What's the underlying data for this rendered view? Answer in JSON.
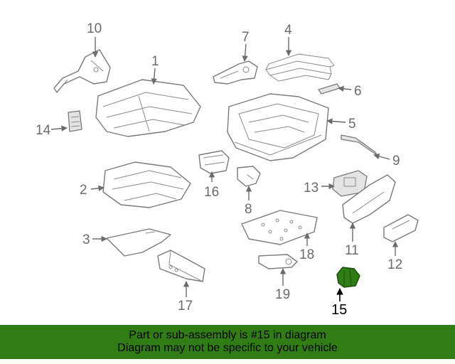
{
  "diagram": {
    "callouts": [
      "1",
      "2",
      "3",
      "4",
      "5",
      "6",
      "7",
      "8",
      "9",
      "10",
      "11",
      "12",
      "13",
      "14",
      "15",
      "16",
      "17",
      "18",
      "19"
    ],
    "highlight_callout": "15",
    "highlight_color": "#2f7d14",
    "line_color": "#7a7a7a"
  },
  "banner": {
    "line1": "Part or sub-assembly is #15 in diagram",
    "line2": "Diagram may not be specific to your vehicle",
    "background": "#2f7d14"
  }
}
